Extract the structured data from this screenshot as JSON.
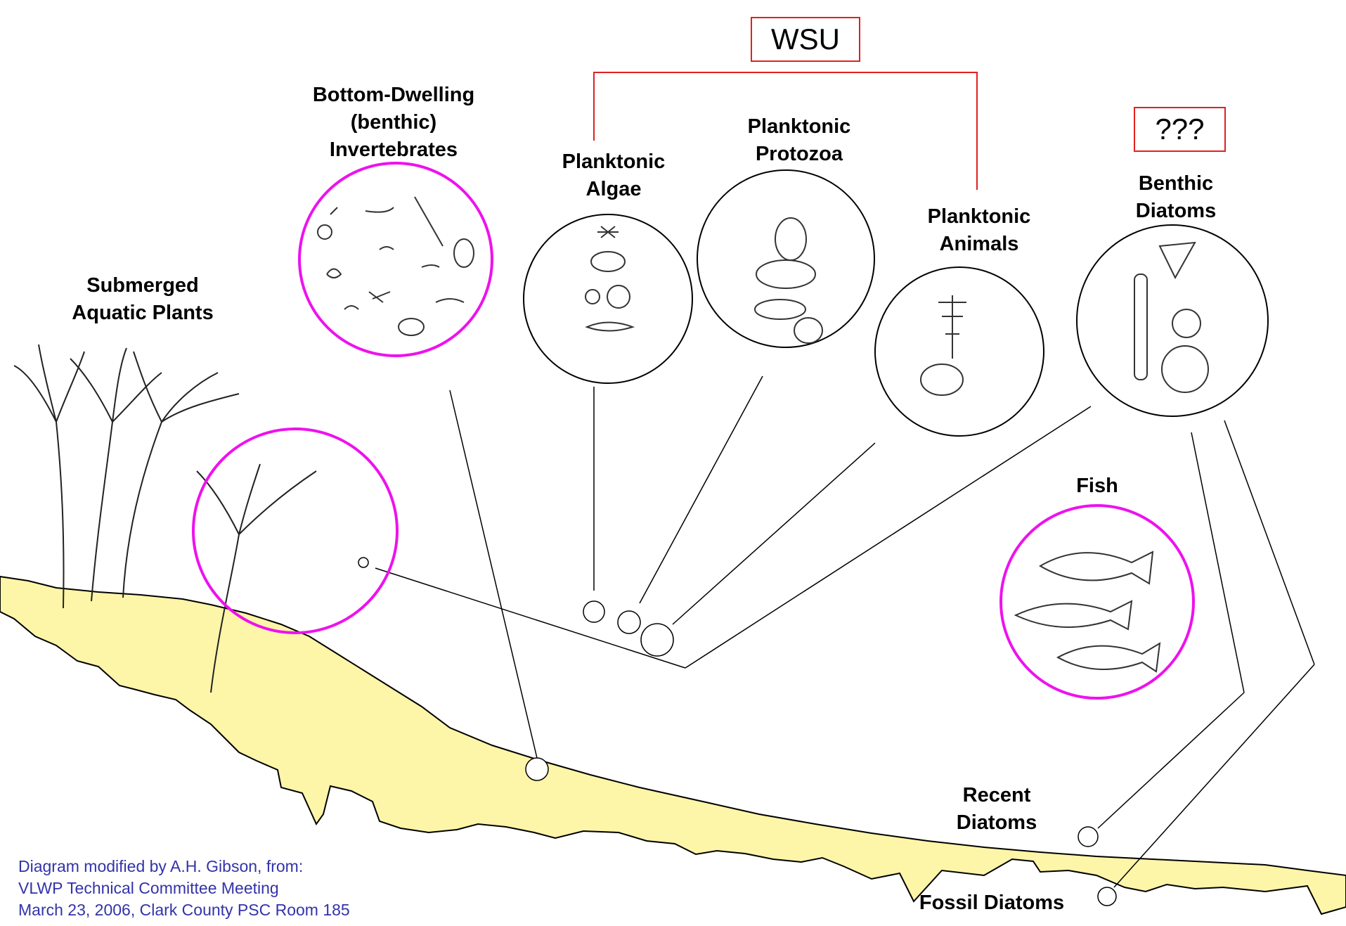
{
  "header_box": {
    "label": "WSU"
  },
  "question_box": {
    "label": "???"
  },
  "labels": {
    "submerged_plants": [
      "Submerged",
      "Aquatic Plants"
    ],
    "benthic_invertebrates": [
      "Bottom-Dwelling",
      "(benthic)",
      "Invertebrates"
    ],
    "planktonic_algae": [
      "Planktonic",
      "Algae"
    ],
    "planktonic_protozoa": [
      "Planktonic",
      "Protozoa"
    ],
    "planktonic_animals": [
      "Planktonic",
      "Animals"
    ],
    "benthic_diatoms": [
      "Benthic",
      "Diatoms"
    ],
    "fish": "Fish",
    "recent_diatoms": [
      "Recent",
      "Diatoms"
    ],
    "fossil_diatoms": "Fossil Diatoms"
  },
  "credit": [
    "Diagram modified by A.H. Gibson, from:",
    "VLWP Technical Committee Meeting",
    "March 23, 2006, Clark County PSC Room 185"
  ],
  "colors": {
    "sediment": "#fdf5a8",
    "highlight_circle": "#ee11ee",
    "bracket": "#e02020",
    "credit_text": "#3333aa"
  }
}
